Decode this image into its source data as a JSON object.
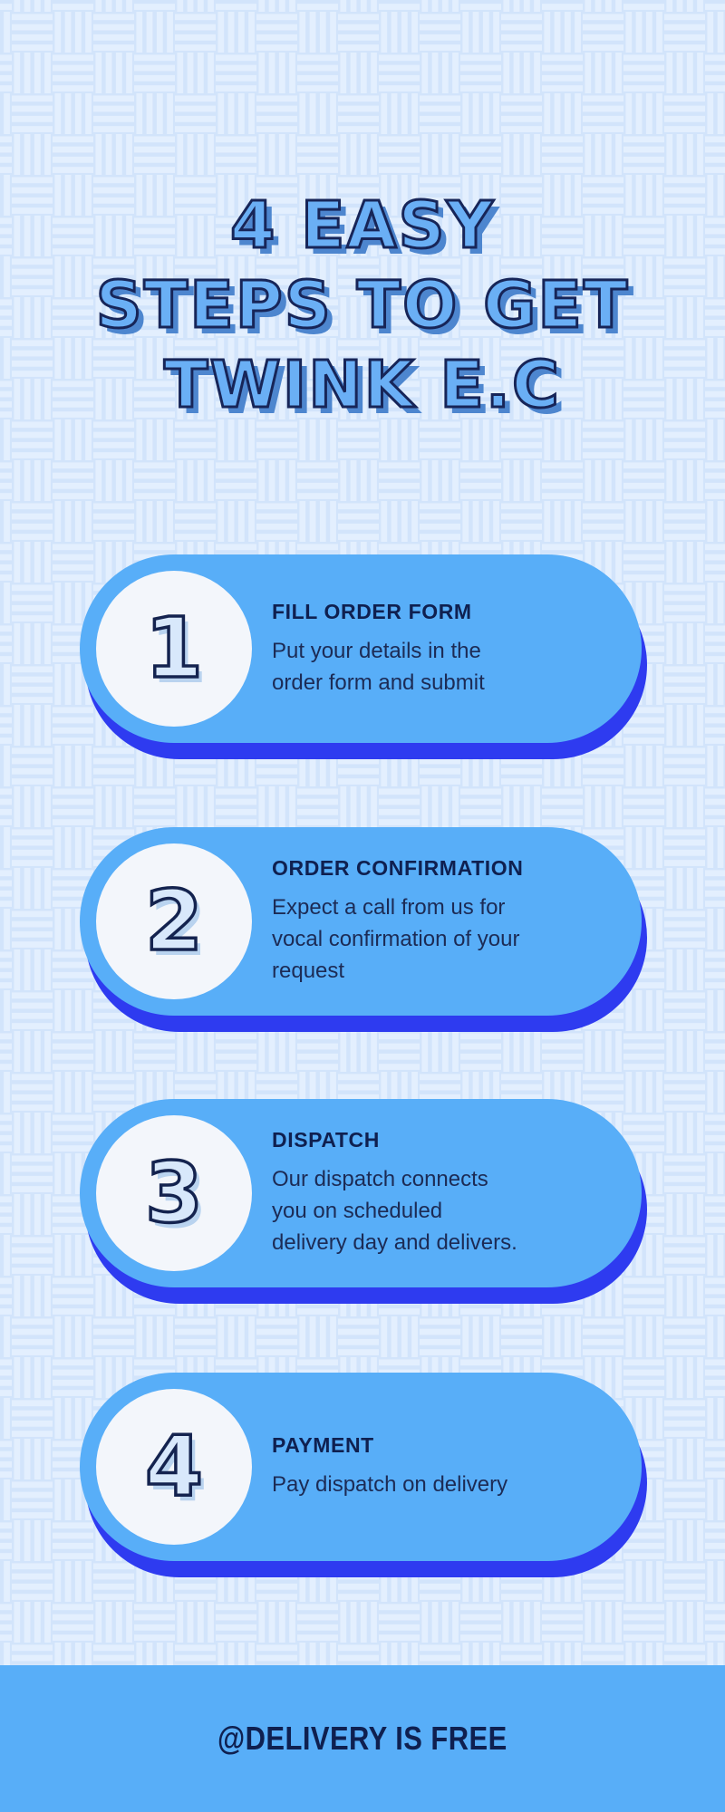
{
  "title": "4 EASY\nSTEPS TO GET\nTWINK E.C",
  "steps": [
    {
      "number": "1",
      "heading": "FILL ORDER FORM",
      "body": "Put your details in the\norder form and submit"
    },
    {
      "number": "2",
      "heading": "ORDER CONFIRMATION",
      "body": "Expect a call from us for\nvocal confirmation of your\nrequest"
    },
    {
      "number": "3",
      "heading": "DISPATCH",
      "body": "Our dispatch connects\nyou on scheduled\ndelivery day and delivers."
    },
    {
      "number": "4",
      "heading": "PAYMENT",
      "body": "Pay dispatch on delivery"
    }
  ],
  "footer": {
    "text": "@DELIVERY IS FREE"
  },
  "colors": {
    "bg_base": "#d2e4fb",
    "bg_stripe": "#e3effe",
    "card_blue": "#58aef8",
    "shadow_royal": "#2e3bf0",
    "circle_white": "#f3f6fb",
    "heading_ink": "#0f2050",
    "body_ink": "#1c2b55",
    "title_fill": "#6aaff5",
    "title_stroke": "#172558",
    "title_shadow": "#4d86cf",
    "num_fill": "#d8e8fb",
    "num_shadow": "#b9d3ef",
    "footer_blue": "#58aef8"
  }
}
